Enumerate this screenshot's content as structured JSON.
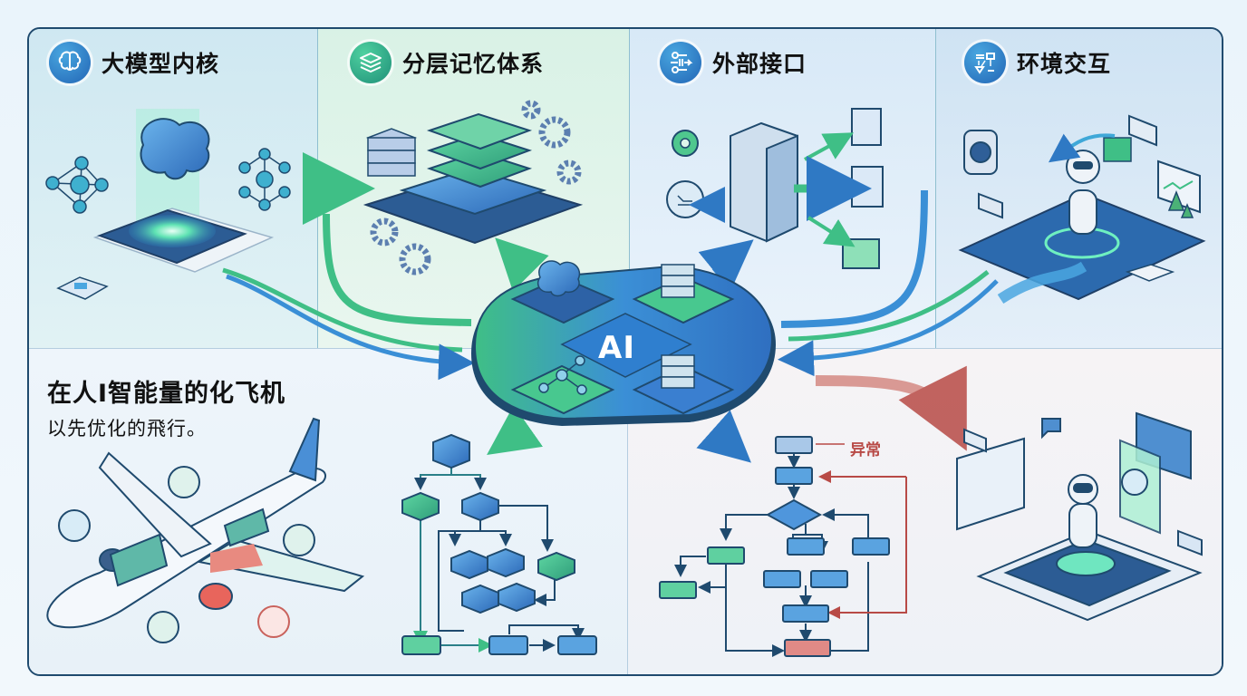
{
  "diagram": {
    "theme": "AI system architecture infographic",
    "colors": {
      "primary_blue": "#2f79c4",
      "primary_green": "#3fbf86",
      "dark_outline": "#1f4a6e",
      "anomaly_red": "#c9625c"
    },
    "panels": [
      {
        "id": "core",
        "title": "大模型内核",
        "icon": "brain-icon"
      },
      {
        "id": "memory",
        "title": "分层记忆体系",
        "icon": "layers-icon"
      },
      {
        "id": "interface",
        "title": "外部接口",
        "icon": "connector-icon"
      },
      {
        "id": "environment",
        "title": "环境交互",
        "icon": "sensor-icon"
      }
    ],
    "hub": {
      "label": "AI"
    },
    "caption": {
      "line1": "在人I智能量的化飞机",
      "line2": "以先优化的飛行。"
    },
    "flowchart_right": {
      "anomaly_label": "异常"
    }
  }
}
